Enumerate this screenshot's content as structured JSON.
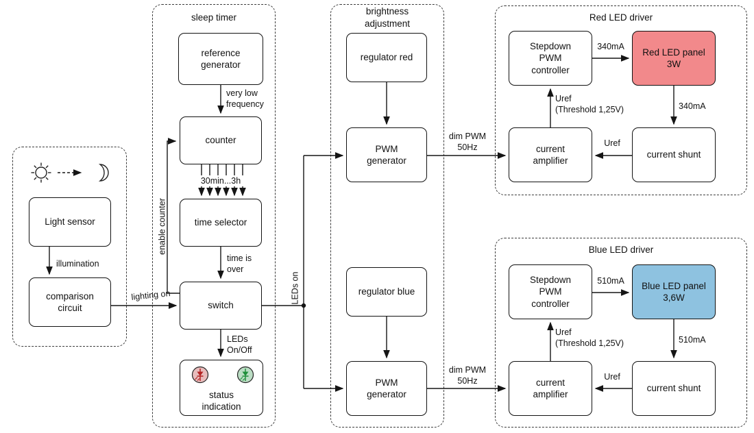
{
  "diagram": {
    "groups": {
      "sleep_timer": "sleep timer",
      "brightness": "brightness\nadjustment",
      "red_driver": "Red LED driver",
      "blue_driver": "Blue LED driver"
    },
    "nodes": {
      "light_sensor": "Light sensor",
      "comparison_circuit": "comparison\ncircuit",
      "reference_generator": "reference\ngenerator",
      "counter": "counter",
      "time_selector": "time selector",
      "switch": "switch",
      "status_indication": "status\nindication",
      "regulator_red": "regulator red",
      "pwm_generator_red": "PWM\ngenerator",
      "regulator_blue": "regulator blue",
      "pwm_generator_blue": "PWM\ngenerator",
      "stepdown_red": "Stepdown\nPWM\ncontroller",
      "red_led_panel": "Red LED panel\n3W",
      "current_amplifier_red": "current\namplifier",
      "current_shunt_red": "current shunt",
      "stepdown_blue": "Stepdown\nPWM\ncontroller",
      "blue_led_panel": "Blue LED panel\n3,6W",
      "current_amplifier_blue": "current\namplifier",
      "current_shunt_blue": "current shunt"
    },
    "edge_labels": {
      "illumination": "illumination",
      "lighting_on": "lighting on",
      "very_low_frequency": "very low\nfrequency",
      "enable_counter": "enable counter",
      "timer_range": "30min...3h",
      "time_is_over": "time is\nover",
      "leds_on_off": "LEDs\nOn/Off",
      "leds_on": "LEDs on",
      "dim_pwm_red": "dim PWM\n50Hz",
      "dim_pwm_blue": "dim PWM\n50Hz",
      "current_red_1": "340mA",
      "current_red_2": "340mA",
      "uref_red": "Uref",
      "uref_threshold_red": "Uref\n(Threshold 1,25V)",
      "current_blue_1": "510mA",
      "current_blue_2": "510mA",
      "uref_blue": "Uref",
      "uref_threshold_blue": "Uref\n(Threshold 1,25V)"
    },
    "icons": {
      "sun": "sun-icon",
      "moon": "crescent-moon-icon",
      "led_red_icon": "red-led-indicator-icon",
      "led_green_icon": "green-led-indicator-icon"
    },
    "colors": {
      "red_panel": "#f2898b",
      "blue_panel": "#8ec2e0",
      "led_red": "#b22222",
      "led_green": "#1f8f3a"
    }
  }
}
